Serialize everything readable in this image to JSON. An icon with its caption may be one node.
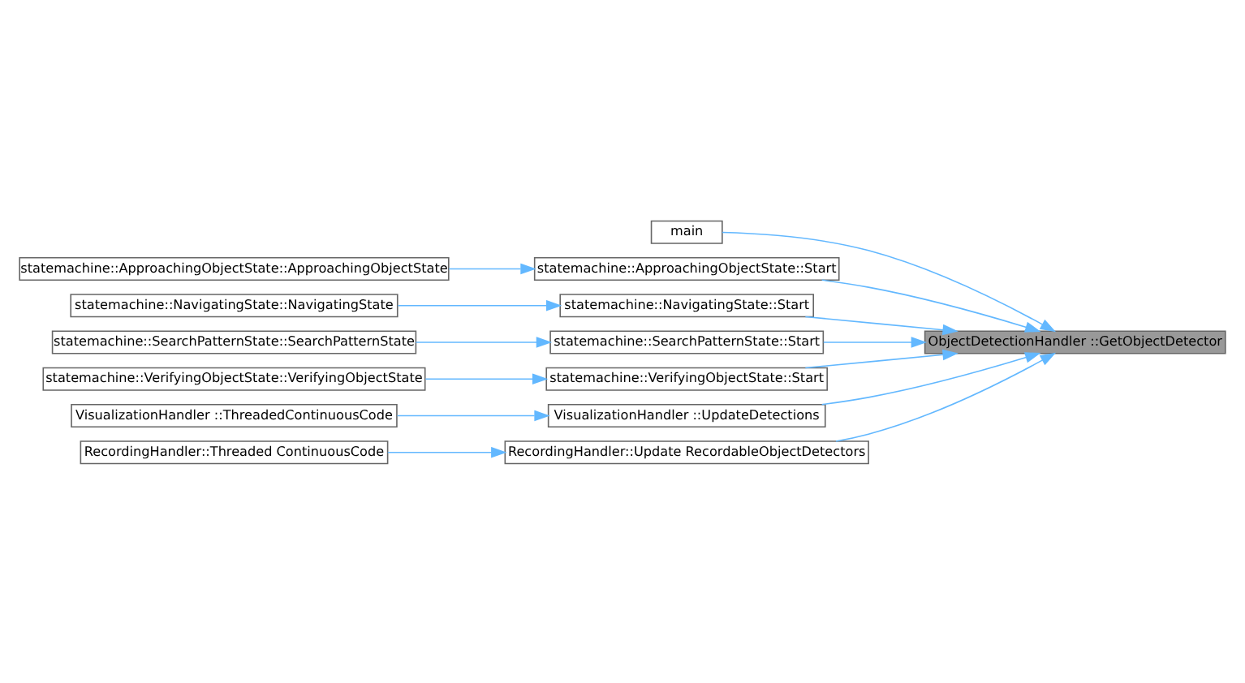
{
  "diagram": {
    "nodes": [
      {
        "text": [
          "main"
        ]
      },
      {
        "text": [
          "statemachine::ApproachingObjectState::ApproachingObjectState"
        ]
      },
      {
        "text": [
          "statemachine::ApproachingObjectState::Start"
        ]
      },
      {
        "text": [
          "statemachine::NavigatingState::NavigatingState"
        ]
      },
      {
        "text": [
          "statemachine::NavigatingState::Start"
        ]
      },
      {
        "text": [
          "statemachine::SearchPatternState::SearchPatternState"
        ]
      },
      {
        "text": [
          "statemachine::SearchPatternState::Start"
        ]
      },
      {
        "text": [
          "statemachine::VerifyingObjectState::VerifyingObjectState"
        ]
      },
      {
        "text": [
          "statemachine::VerifyingObjectState::Start"
        ]
      },
      {
        "text": [
          "VisualizationHandler ::ThreadedContinuousCode"
        ]
      },
      {
        "text": [
          "VisualizationHandler ::UpdateDetections"
        ]
      },
      {
        "text": [
          "RecordingHandler::Threaded ContinuousCode"
        ]
      },
      {
        "text": [
          "RecordingHandler::Update RecordableObjectDetectors"
        ]
      },
      {
        "text": [
          "ObjectDetectionHandler ::GetObjectDetector"
        ]
      }
    ],
    "edges": [
      {
        "from": 0,
        "to": 13,
        "arrow": "to"
      },
      {
        "from": 1,
        "to": 2,
        "arrow": "to"
      },
      {
        "from": 2,
        "to": 13,
        "arrow": "to"
      },
      {
        "from": 3,
        "to": 4,
        "arrow": "to"
      },
      {
        "from": 4,
        "to": 13,
        "arrow": "to"
      },
      {
        "from": 5,
        "to": 6,
        "arrow": "to"
      },
      {
        "from": 6,
        "to": 13,
        "arrow": "to"
      },
      {
        "from": 7,
        "to": 8,
        "arrow": "to"
      },
      {
        "from": 8,
        "to": 13,
        "arrow": "to"
      },
      {
        "from": 9,
        "to": 10,
        "arrow": "to"
      },
      {
        "from": 10,
        "to": 13,
        "arrow": "to"
      },
      {
        "from": 11,
        "to": 12,
        "arrow": "to"
      },
      {
        "from": 12,
        "to": 13,
        "arrow": "to"
      }
    ]
  }
}
